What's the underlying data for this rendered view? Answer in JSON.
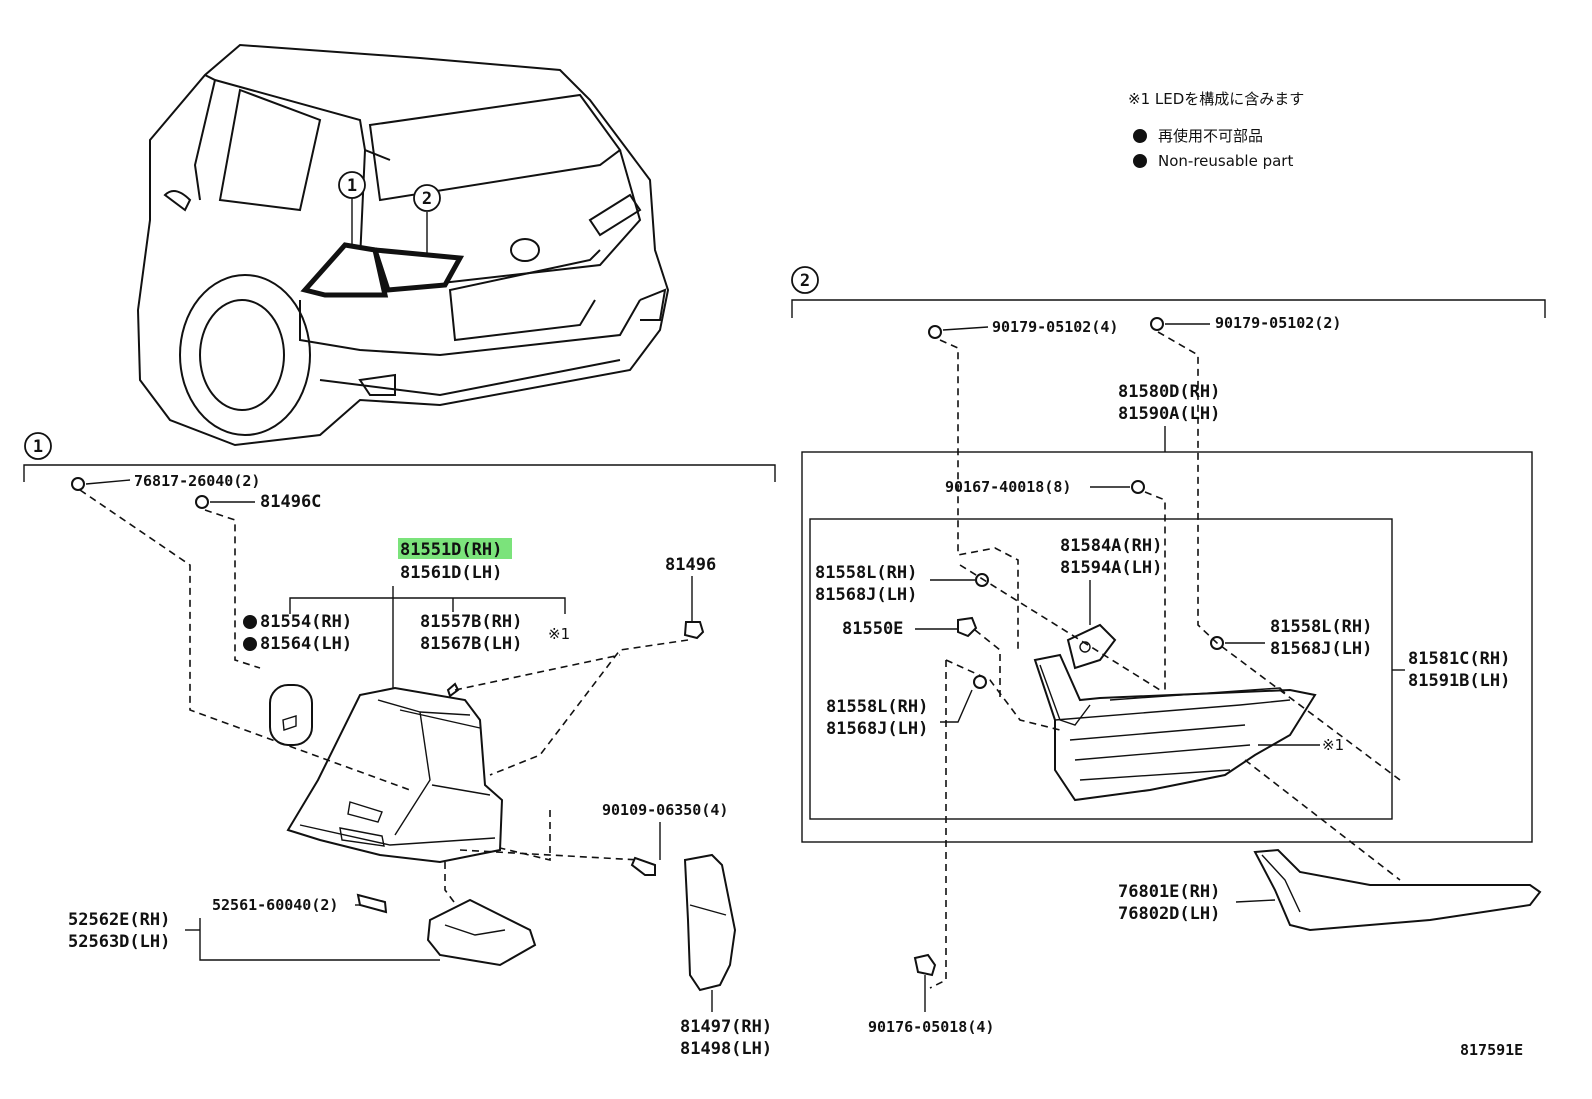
{
  "legend": {
    "note": "※1 LEDを構成に含みます",
    "non_reusable_ja": "再使用不可部品",
    "non_reusable_en": "Non-reusable part"
  },
  "markers": {
    "one": "1",
    "two": "2"
  },
  "groups": {
    "section1": "1",
    "section2": "2"
  },
  "parts": {
    "p76817": "76817-26040(2)",
    "p81496C": "81496C",
    "p81551D": "81551D(RH)",
    "p81561D": "81561D(LH)",
    "p81554": "81554(RH)",
    "p81564": "81564(LH)",
    "p81557B": "81557B(RH)",
    "p81567B": "81567B(LH)",
    "note1_a": "※1",
    "p81496": "81496",
    "p90109": "90109-06350(4)",
    "p52561": "52561-60040(2)",
    "p52562E": "52562E(RH)",
    "p52563D": "52563D(LH)",
    "p81497": "81497(RH)",
    "p81498": "81498(LH)",
    "p90179a": "90179-05102(4)",
    "p90179b": "90179-05102(2)",
    "p81580D": "81580D(RH)",
    "p81590A": "81590A(LH)",
    "p90167": "90167-40018(8)",
    "p81584A": "81584A(RH)",
    "p81594A": "81594A(LH)",
    "p81558L_a": "81558L(RH)",
    "p81568J_a": "81568J(LH)",
    "p81550E": "81550E",
    "p81558L_b": "81558L(RH)",
    "p81568J_b": "81568J(LH)",
    "p81558L_c": "81558L(RH)",
    "p81568J_c": "81568J(LH)",
    "p81581C": "81581C(RH)",
    "p81591B": "81591B(LH)",
    "note1_b": "※1",
    "p76801E": "76801E(RH)",
    "p76802D": "76802D(LH)",
    "p90176": "90176-05018(4)"
  },
  "diagram_id": "817591E",
  "colors": {
    "highlight": "#7be37b",
    "ink": "#111111"
  }
}
